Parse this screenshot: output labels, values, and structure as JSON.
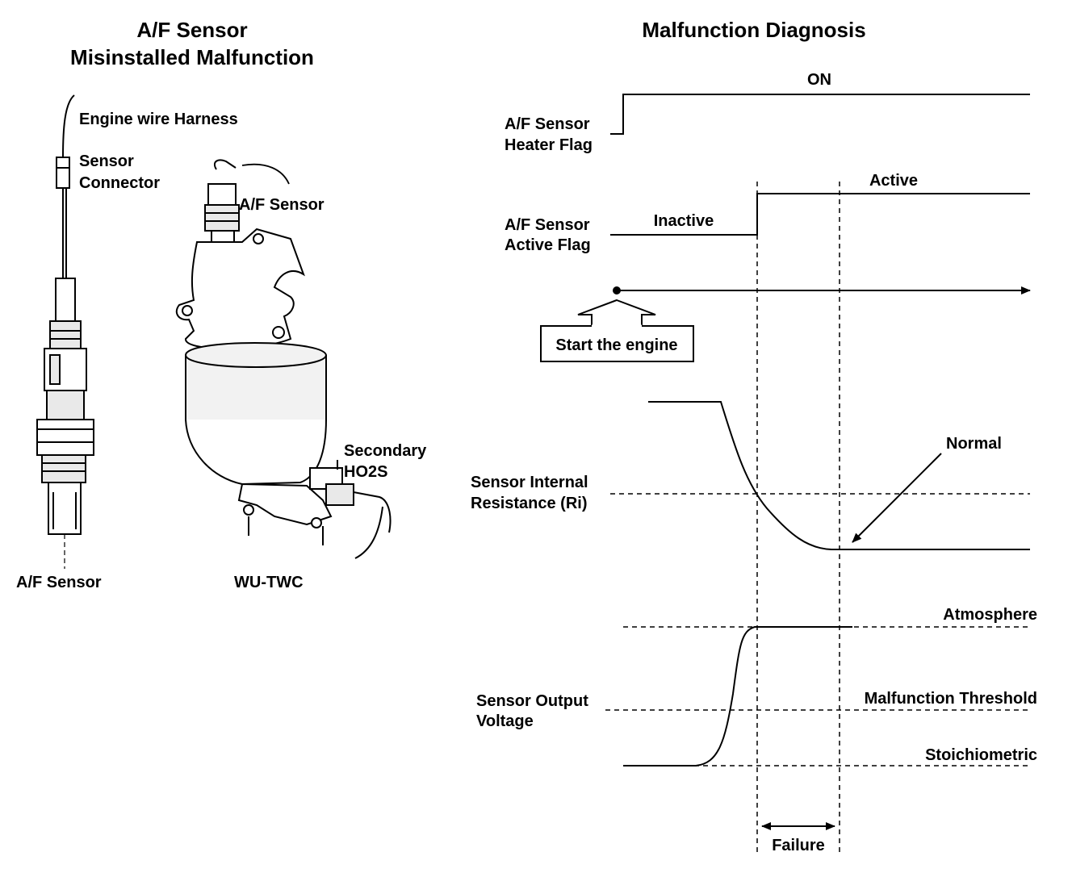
{
  "left_panel": {
    "title_line1": "A/F Sensor",
    "title_line2": "Misinstalled Malfunction",
    "engine_harness_label": "Engine wire Harness",
    "connector_label_line1": "Sensor",
    "connector_label_line2": "Connector",
    "af_sensor_on_twc_label": "A/F Sensor",
    "secondary_label_line1": "Secondary",
    "secondary_label_line2": "HO2S",
    "af_sensor_bottom_label": "A/F Sensor",
    "wu_twc_label": "WU-TWC"
  },
  "right_panel": {
    "title": "Malfunction Diagnosis",
    "heater_flag": {
      "label_line1": "A/F Sensor",
      "label_line2": "Heater Flag",
      "state_label": "ON"
    },
    "active_flag": {
      "label_line1": "A/F Sensor",
      "label_line2": "Active Flag",
      "inactive_label": "Inactive",
      "active_label": "Active"
    },
    "start_engine_label": "Start the engine",
    "resistance": {
      "label_line1": "Sensor Internal",
      "label_line2": "Resistance (Ri)",
      "normal_label": "Normal"
    },
    "voltage": {
      "label_line1": "Sensor Output",
      "label_line2": "Voltage",
      "atmosphere_label": "Atmosphere",
      "threshold_label": "Malfunction Threshold",
      "stoich_label": "Stoichiometric"
    },
    "failure_label": "Failure"
  },
  "colors": {
    "ink": "#000000",
    "background": "#ffffff",
    "metal": "#e9e9e9"
  }
}
